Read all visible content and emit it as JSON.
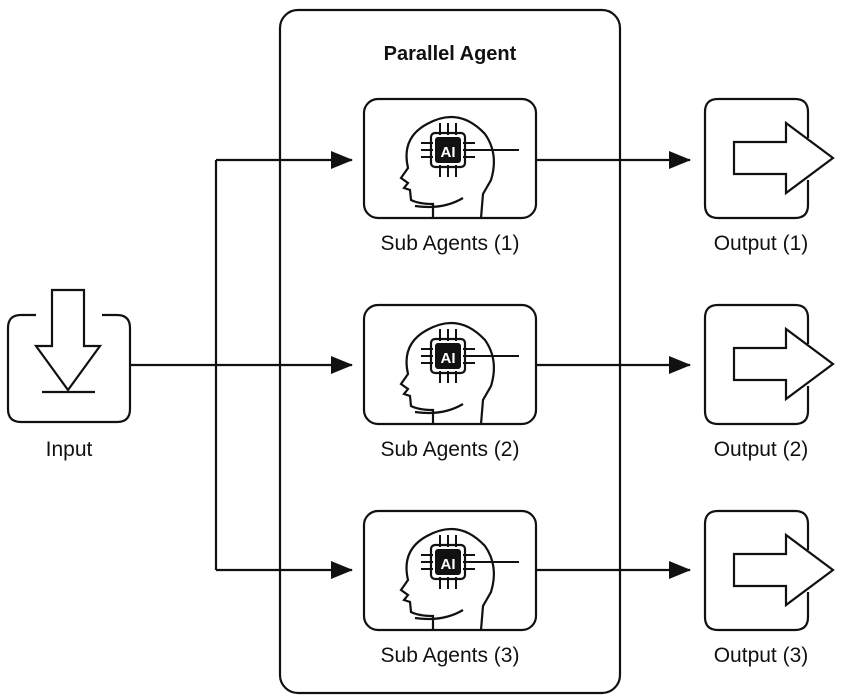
{
  "diagram": {
    "container_title": "Parallel Agent",
    "input": {
      "label": "Input",
      "icon": "download-arrow-icon"
    },
    "sub_agents": [
      {
        "label": "Sub Agents (1)",
        "chip_text": "AI",
        "icon": "ai-head-icon"
      },
      {
        "label": "Sub Agents (2)",
        "chip_text": "AI",
        "icon": "ai-head-icon"
      },
      {
        "label": "Sub Agents (3)",
        "chip_text": "AI",
        "icon": "ai-head-icon"
      }
    ],
    "outputs": [
      {
        "label": "Output (1)",
        "icon": "exit-arrow-icon"
      },
      {
        "label": "Output (2)",
        "icon": "exit-arrow-icon"
      },
      {
        "label": "Output (3)",
        "icon": "exit-arrow-icon"
      }
    ],
    "colors": {
      "stroke": "#111111",
      "background": "#ffffff"
    }
  }
}
